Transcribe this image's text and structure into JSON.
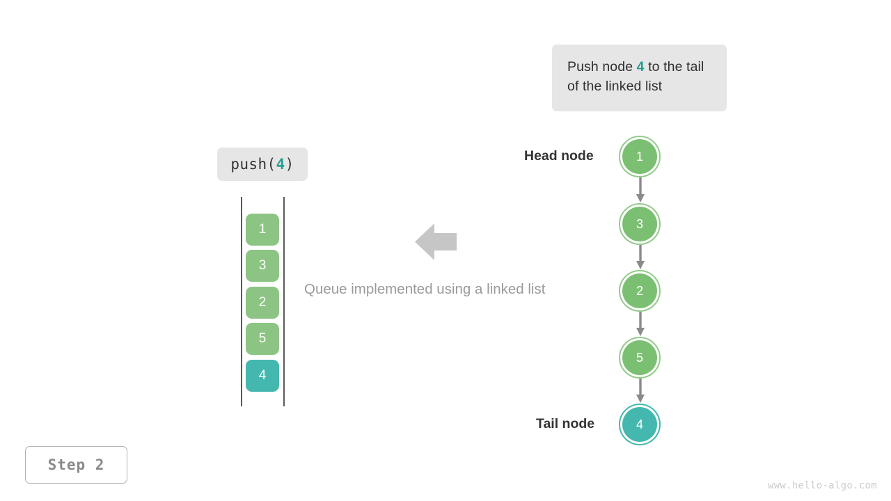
{
  "callout": {
    "text_before": "Push node ",
    "highlight": "4",
    "text_after": " to the tail of the linked list"
  },
  "operation": {
    "prefix": "push(",
    "argument": "4",
    "suffix": ")"
  },
  "queue": {
    "cells": [
      {
        "value": "1",
        "color": "green"
      },
      {
        "value": "3",
        "color": "green"
      },
      {
        "value": "2",
        "color": "green"
      },
      {
        "value": "5",
        "color": "green"
      },
      {
        "value": "4",
        "color": "teal"
      }
    ]
  },
  "caption": "Queue implemented using a linked list",
  "linked_list": {
    "head_label": "Head node",
    "tail_label": "Tail node",
    "nodes": [
      {
        "value": "1",
        "color": "green"
      },
      {
        "value": "3",
        "color": "green"
      },
      {
        "value": "2",
        "color": "green"
      },
      {
        "value": "5",
        "color": "green"
      },
      {
        "value": "4",
        "color": "teal"
      }
    ]
  },
  "step": {
    "label": "Step 2"
  },
  "watermark": "www.hello-algo.com",
  "colors": {
    "green_fill": "#7bbf72",
    "green_ring": "#93cc8a",
    "green_cell": "#8cc583",
    "teal": "#44b8ae",
    "teal_text": "#2a9d8f",
    "arrow_gray": "#8a8a8a",
    "big_arrow_gray": "#c6c6c6",
    "box_gray": "#e6e6e6",
    "caption_gray": "#9a9a9a"
  }
}
